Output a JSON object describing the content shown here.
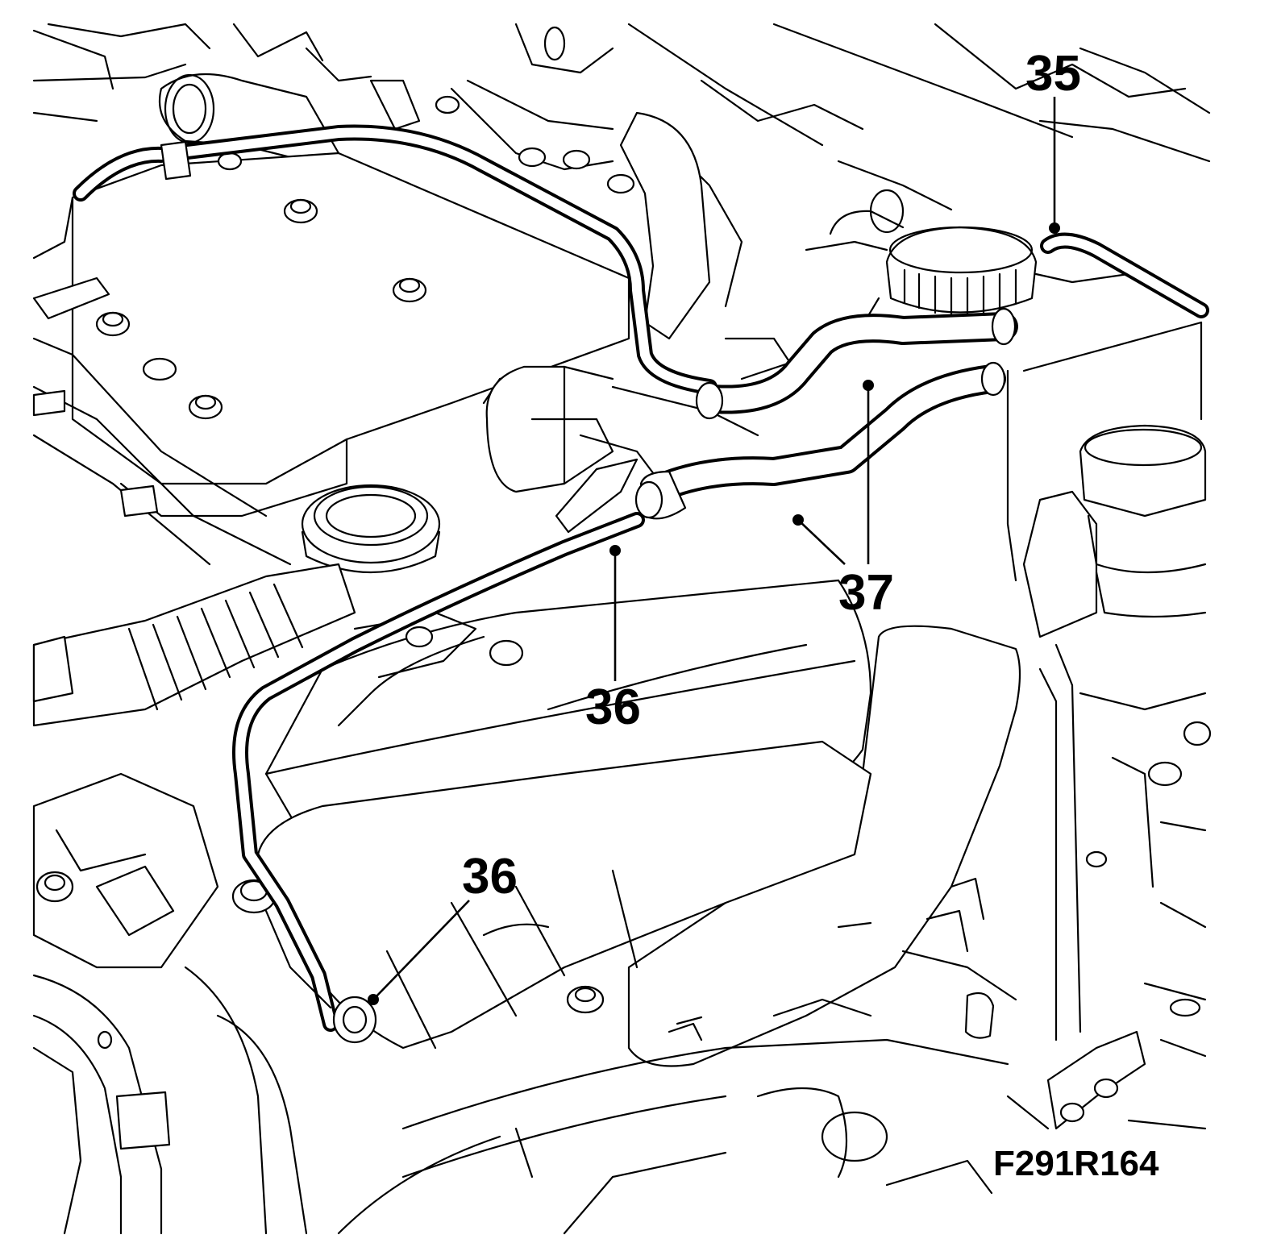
{
  "callouts": {
    "c35": "35",
    "c37": "37",
    "c36_upper": "36",
    "c36_lower": "36"
  },
  "figure_code": "F291R164"
}
